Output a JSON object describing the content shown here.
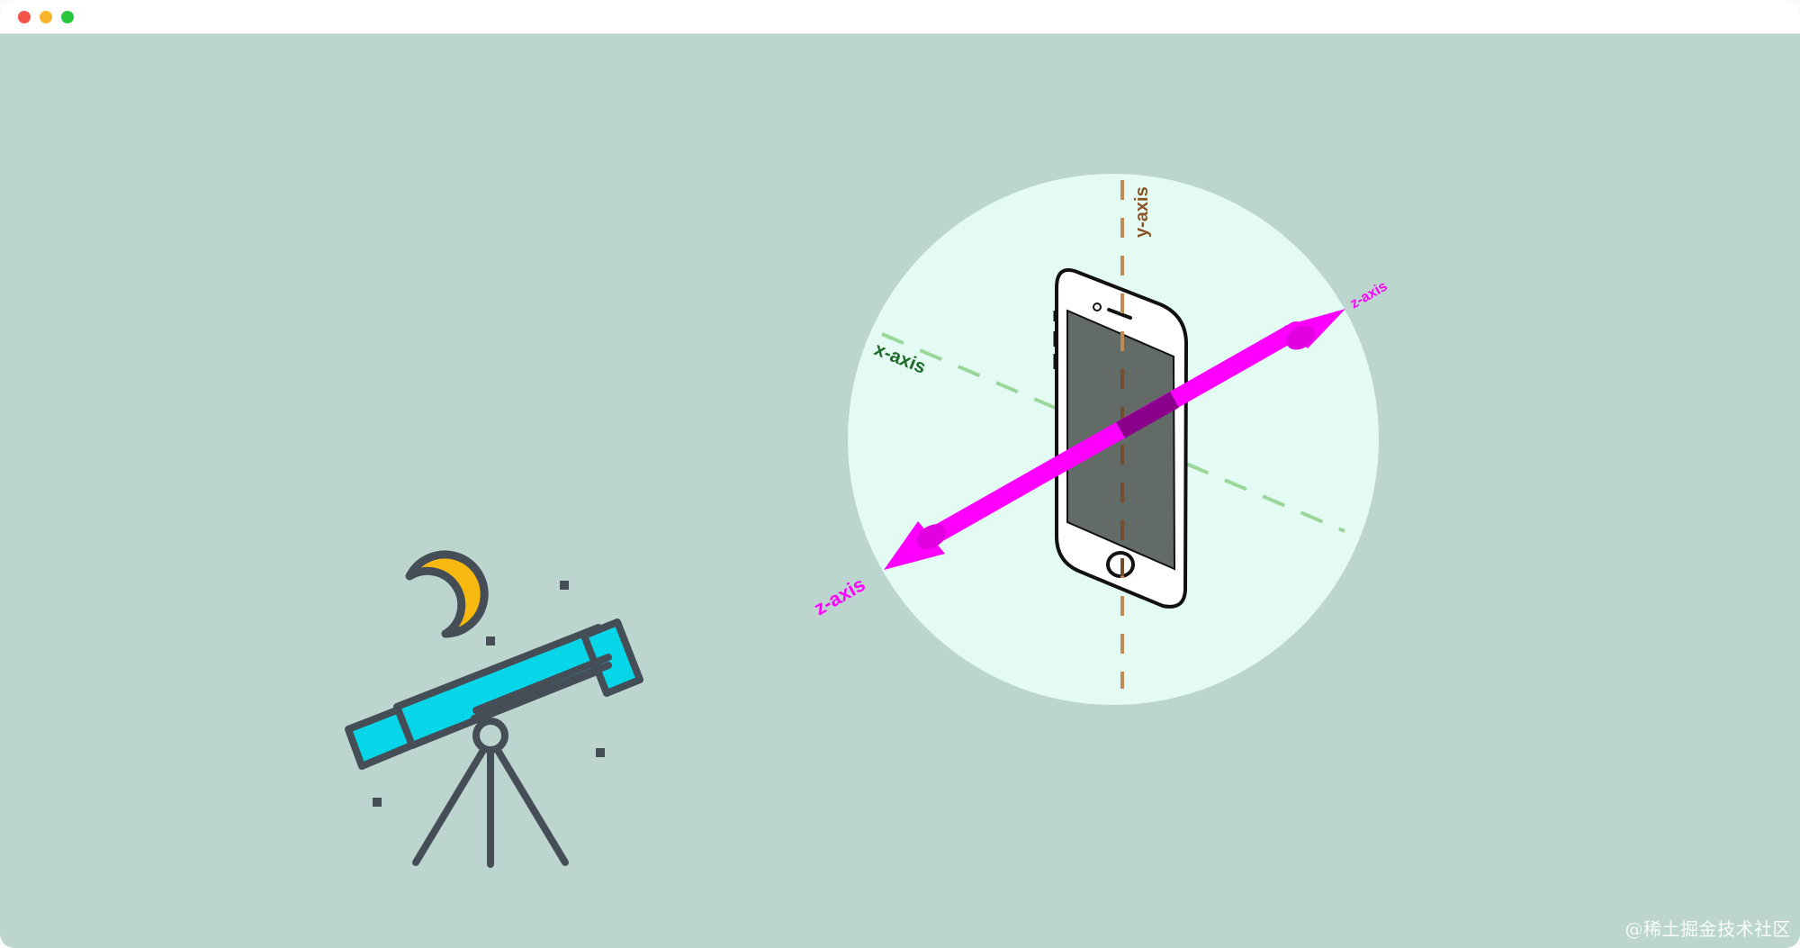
{
  "window": {
    "controls": [
      "close",
      "minimize",
      "zoom"
    ]
  },
  "colors": {
    "background": "#bcd6cf",
    "sphere": "#e3fbf2",
    "phone_outline": "#111111",
    "phone_screen": "#626b66",
    "x_axis": "#9bd79a",
    "x_axis_label": "#1f6b2a",
    "y_axis": "#c08a52",
    "y_axis_label": "#8a5426",
    "z_axis": "#ff00ff",
    "telescope_body": "#06d6e8",
    "telescope_outline": "#454e57",
    "moon": "#f7b90f"
  },
  "axes": {
    "x_label": "x-axis",
    "y_label": "y-axis",
    "z_label_top": "z-axis",
    "z_label_bottom": "z-axis"
  },
  "icons": [
    "telescope-icon",
    "moon-icon",
    "smartphone-icon"
  ],
  "watermark": "@稀土掘金技术社区"
}
